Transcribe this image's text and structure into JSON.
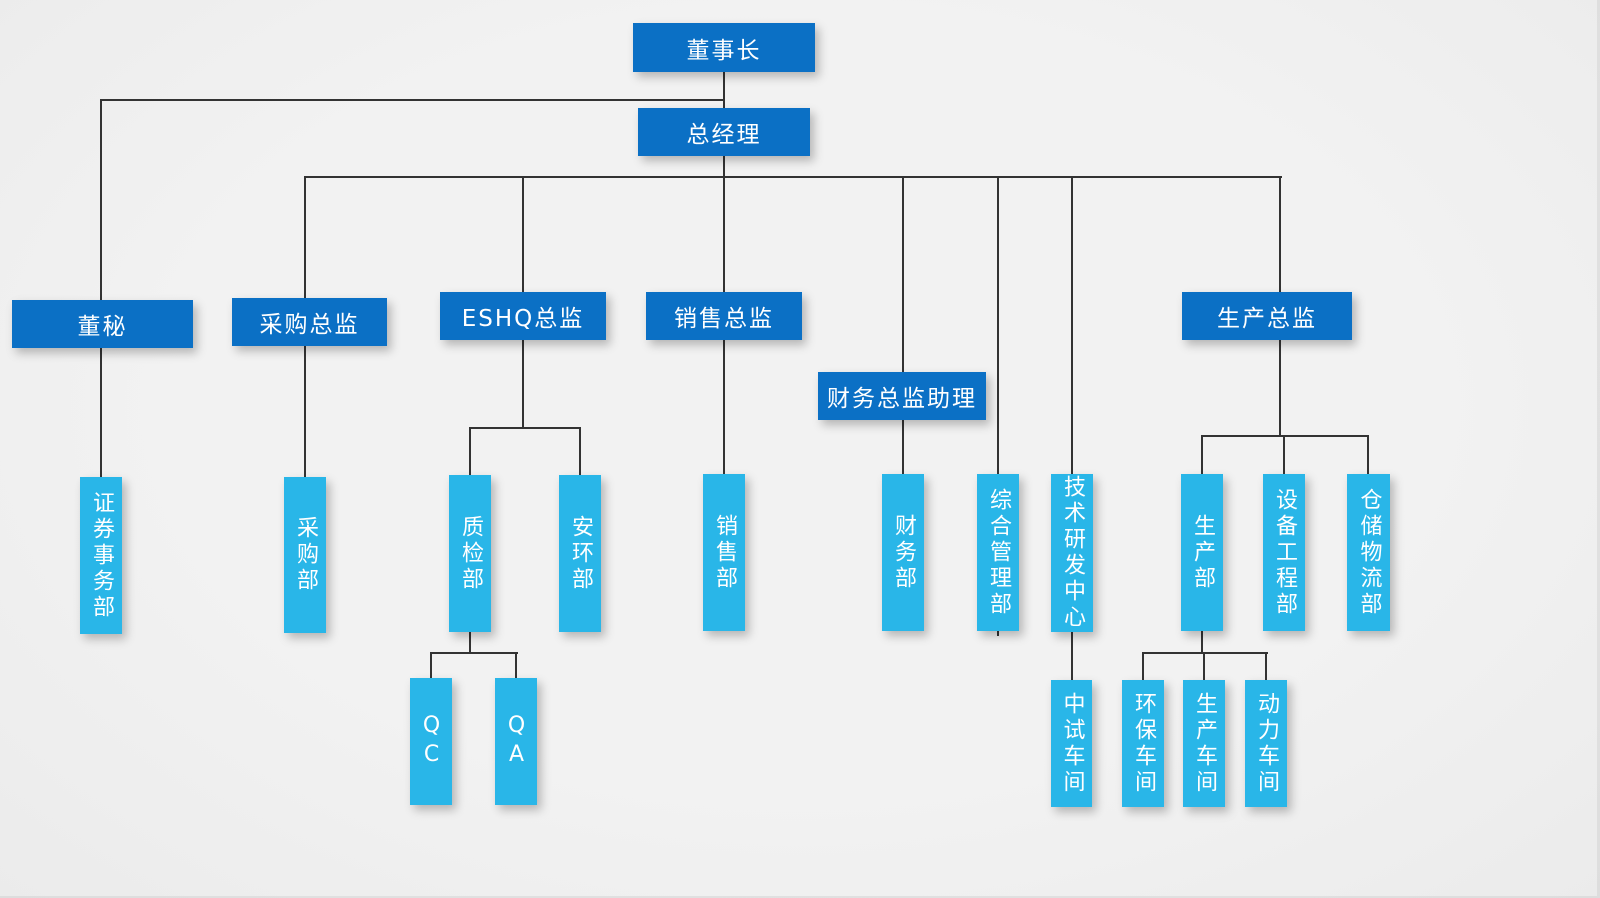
{
  "org_chart": {
    "colors": {
      "box_primary": "#0b70c5",
      "box_secondary": "#29b6e8",
      "connector": "#333333",
      "background": "#f0f0f0",
      "text": "#ffffff"
    },
    "nodes": [
      {
        "id": "chairman",
        "label": "董事长",
        "parent": null,
        "box_style": "horizontal"
      },
      {
        "id": "gm",
        "label": "总经理",
        "parent": "chairman",
        "box_style": "horizontal"
      },
      {
        "id": "dongmi",
        "label": "董秘",
        "parent": "chairman",
        "box_style": "horizontal"
      },
      {
        "id": "caigou_dir",
        "label": "采购总监",
        "parent": "gm",
        "box_style": "horizontal"
      },
      {
        "id": "eshq_dir",
        "label": "ESHQ总监",
        "parent": "gm",
        "box_style": "horizontal"
      },
      {
        "id": "xiaoshou_dir",
        "label": "销售总监",
        "parent": "gm",
        "box_style": "horizontal"
      },
      {
        "id": "caiwu_assist",
        "label": "财务总监助理",
        "parent": "gm",
        "box_style": "horizontal"
      },
      {
        "id": "zonghe",
        "label": "综合管理部",
        "parent": "gm",
        "box_style": "vertical"
      },
      {
        "id": "jishu",
        "label": "技术研发中心",
        "parent": "gm",
        "box_style": "vertical"
      },
      {
        "id": "shengchan_dir",
        "label": "生产总监",
        "parent": "gm",
        "box_style": "horizontal"
      },
      {
        "id": "zhengquan",
        "label": "证券事务部",
        "parent": "dongmi",
        "box_style": "vertical"
      },
      {
        "id": "caigou_dept",
        "label": "采购部",
        "parent": "caigou_dir",
        "box_style": "vertical"
      },
      {
        "id": "zhijian",
        "label": "质检部",
        "parent": "eshq_dir",
        "box_style": "vertical"
      },
      {
        "id": "anhuan",
        "label": "安环部",
        "parent": "eshq_dir",
        "box_style": "vertical"
      },
      {
        "id": "qc",
        "label": "QC",
        "parent": "zhijian",
        "box_style": "vertical"
      },
      {
        "id": "qa",
        "label": "QA",
        "parent": "zhijian",
        "box_style": "vertical"
      },
      {
        "id": "xiaoshou_dept",
        "label": "销售部",
        "parent": "xiaoshou_dir",
        "box_style": "vertical"
      },
      {
        "id": "caiwu_dept",
        "label": "财务部",
        "parent": "caiwu_assist",
        "box_style": "vertical"
      },
      {
        "id": "zhongshi",
        "label": "中试车间",
        "parent": "jishu",
        "box_style": "vertical"
      },
      {
        "id": "shengchan_dept",
        "label": "生产部",
        "parent": "shengchan_dir",
        "box_style": "vertical"
      },
      {
        "id": "shebei",
        "label": "设备工程部",
        "parent": "shengchan_dir",
        "box_style": "vertical"
      },
      {
        "id": "cangchu",
        "label": "仓储物流部",
        "parent": "shengchan_dir",
        "box_style": "vertical"
      },
      {
        "id": "huanbao",
        "label": "环保车间",
        "parent": "shengchan_dept",
        "box_style": "vertical"
      },
      {
        "id": "shengchan_cj",
        "label": "生产车间",
        "parent": "shengchan_dept",
        "box_style": "vertical"
      },
      {
        "id": "dongli",
        "label": "动力车间",
        "parent": "shengchan_dept",
        "box_style": "vertical"
      }
    ]
  }
}
